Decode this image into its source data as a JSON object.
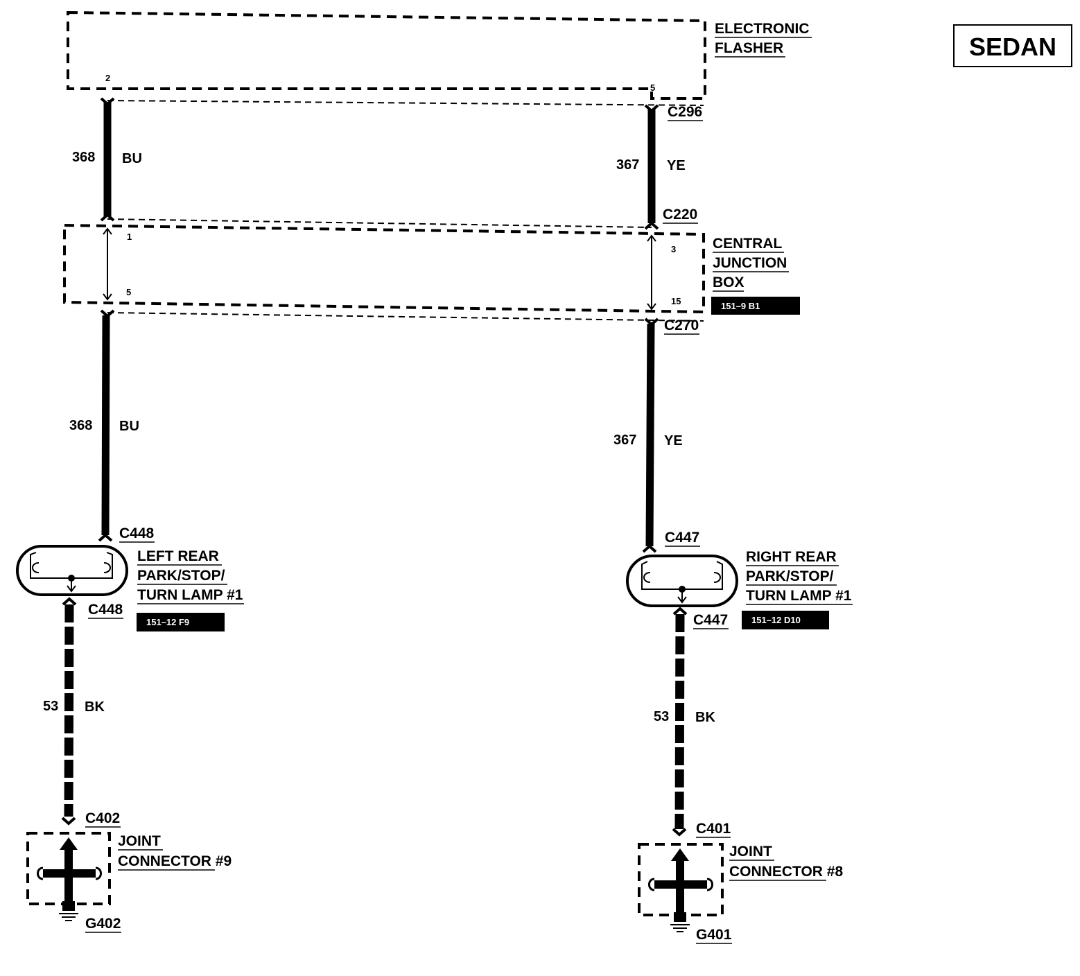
{
  "badge": "SEDAN",
  "flasher": {
    "label_line1": "ELECTRONIC",
    "label_line2": "FLASHER",
    "pin_left": "2",
    "pin_right": "5"
  },
  "cjb": {
    "label_line1": "CENTRAL",
    "label_line2": "JUNCTION",
    "label_line3": "BOX",
    "ref": "151–9 B1",
    "pin_left_top": "1",
    "pin_left_bottom": "5",
    "pin_right_top": "3",
    "pin_right_bottom": "15"
  },
  "connectors": {
    "c296": "C296",
    "c220": "C220",
    "c270": "C270",
    "c448_top": "C448",
    "c448_bottom": "C448",
    "c447_top": "C447",
    "c447_bottom": "C447",
    "c402": "C402",
    "c401": "C401"
  },
  "wires": {
    "left_upper": {
      "circuit": "368",
      "color": "BU"
    },
    "left_lower": {
      "circuit": "368",
      "color": "BU"
    },
    "right_upper": {
      "circuit": "367",
      "color": "YE"
    },
    "right_lower": {
      "circuit": "367",
      "color": "YE"
    },
    "left_ground": {
      "circuit": "53",
      "color": "BK"
    },
    "right_ground": {
      "circuit": "53",
      "color": "BK"
    }
  },
  "left_lamp": {
    "line1": "LEFT REAR",
    "line2": "PARK/STOP/",
    "line3": "TURN LAMP #1",
    "ref": "151–12 F9"
  },
  "right_lamp": {
    "line1": "RIGHT REAR",
    "line2": "PARK/STOP/",
    "line3": "TURN LAMP #1",
    "ref": "151–12 D10"
  },
  "left_joint": {
    "line1": "JOINT",
    "line2": "CONNECTOR #9",
    "ground": "G402"
  },
  "right_joint": {
    "line1": "JOINT",
    "line2": "CONNECTOR #8",
    "ground": "G401"
  }
}
